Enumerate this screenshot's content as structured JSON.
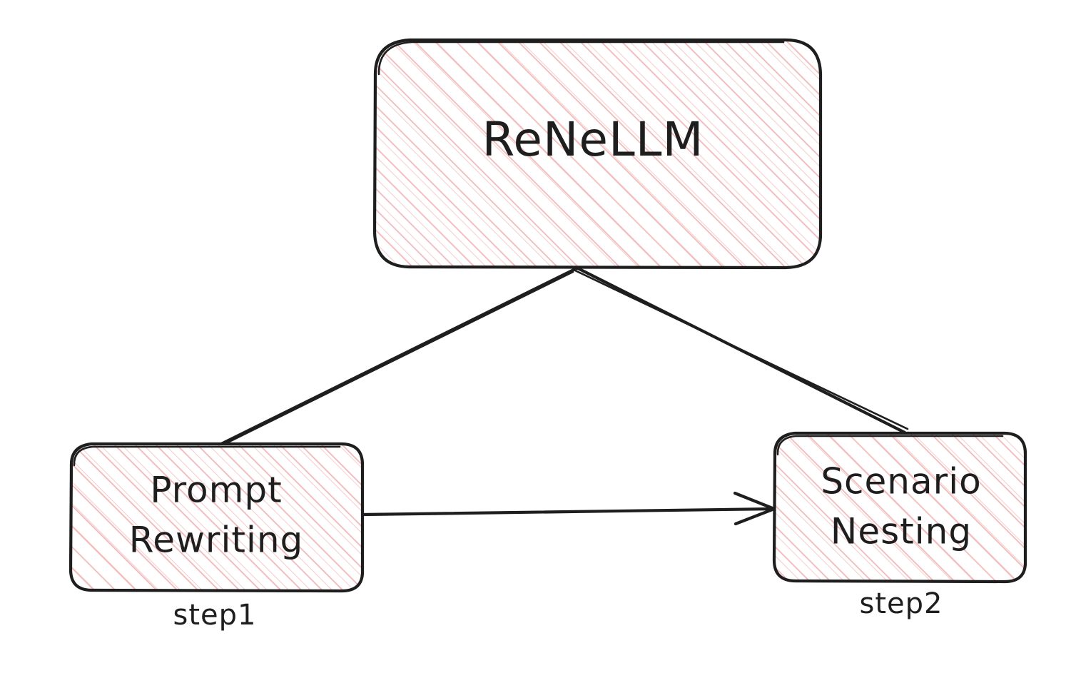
{
  "diagram": {
    "title_node": {
      "label": "ReNeLLM",
      "shape": "rounded-rectangle",
      "fill_pattern": "diagonal-hatch",
      "hatch_color": "#f2b8ba",
      "stroke_color": "#1e1e1e",
      "text_color": "#1e1e1e"
    },
    "nodes": [
      {
        "id": "prompt-rewriting",
        "line1": "Prompt",
        "line2": "Rewriting",
        "step_label": "step1",
        "shape": "rounded-rectangle",
        "fill_pattern": "diagonal-hatch"
      },
      {
        "id": "scenario-nesting",
        "line1": "Scenario",
        "line2": "Nesting",
        "step_label": "step2",
        "shape": "rounded-rectangle",
        "fill_pattern": "diagonal-hatch"
      }
    ],
    "edges": [
      {
        "id": "renellm-to-prompt-rewriting",
        "from": "ReNeLLM",
        "to": "Prompt Rewriting",
        "style": "plain-line",
        "arrow": "none"
      },
      {
        "id": "renellm-to-scenario-nesting",
        "from": "ReNeLLM",
        "to": "Scenario Nesting",
        "style": "plain-line",
        "arrow": "none"
      },
      {
        "id": "prompt-rewriting-to-scenario-nesting",
        "from": "Prompt Rewriting",
        "to": "Scenario Nesting",
        "style": "plain-line",
        "arrow": "end"
      }
    ],
    "background_color": "#ffffff",
    "stroke_color": "#1e1e1e",
    "hatch_color": "#f2b8ba"
  }
}
